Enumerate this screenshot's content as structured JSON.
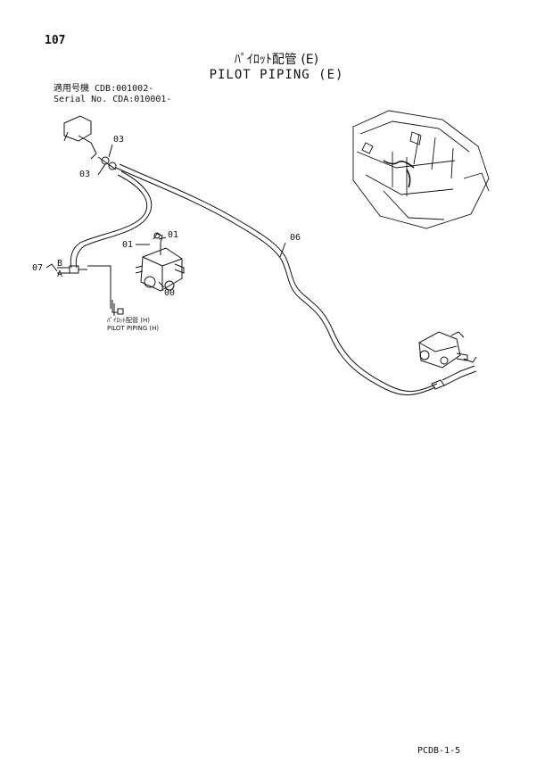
{
  "page": {
    "number": "107",
    "title_jp": "ﾊﾟｲﾛｯﾄ配管 (E)",
    "title_en": "PILOT PIPING (E)",
    "footer_code": "PCDB-1-5"
  },
  "applicability": {
    "line1": "適用号機 CDB:001002-",
    "line2": "Serial No. CDA:010001-"
  },
  "callouts": {
    "c03_upper": "03",
    "c03_lower": "03",
    "c01_left": "01",
    "c01_right": "01",
    "c00": "00",
    "c06": "06",
    "c07": "07",
    "port_b": "B",
    "port_a": "A"
  },
  "reference_note": {
    "line1": "ﾊﾟｲﾛｯﾄ配管 (H)",
    "line2": "PILOT PIPING (H)"
  }
}
